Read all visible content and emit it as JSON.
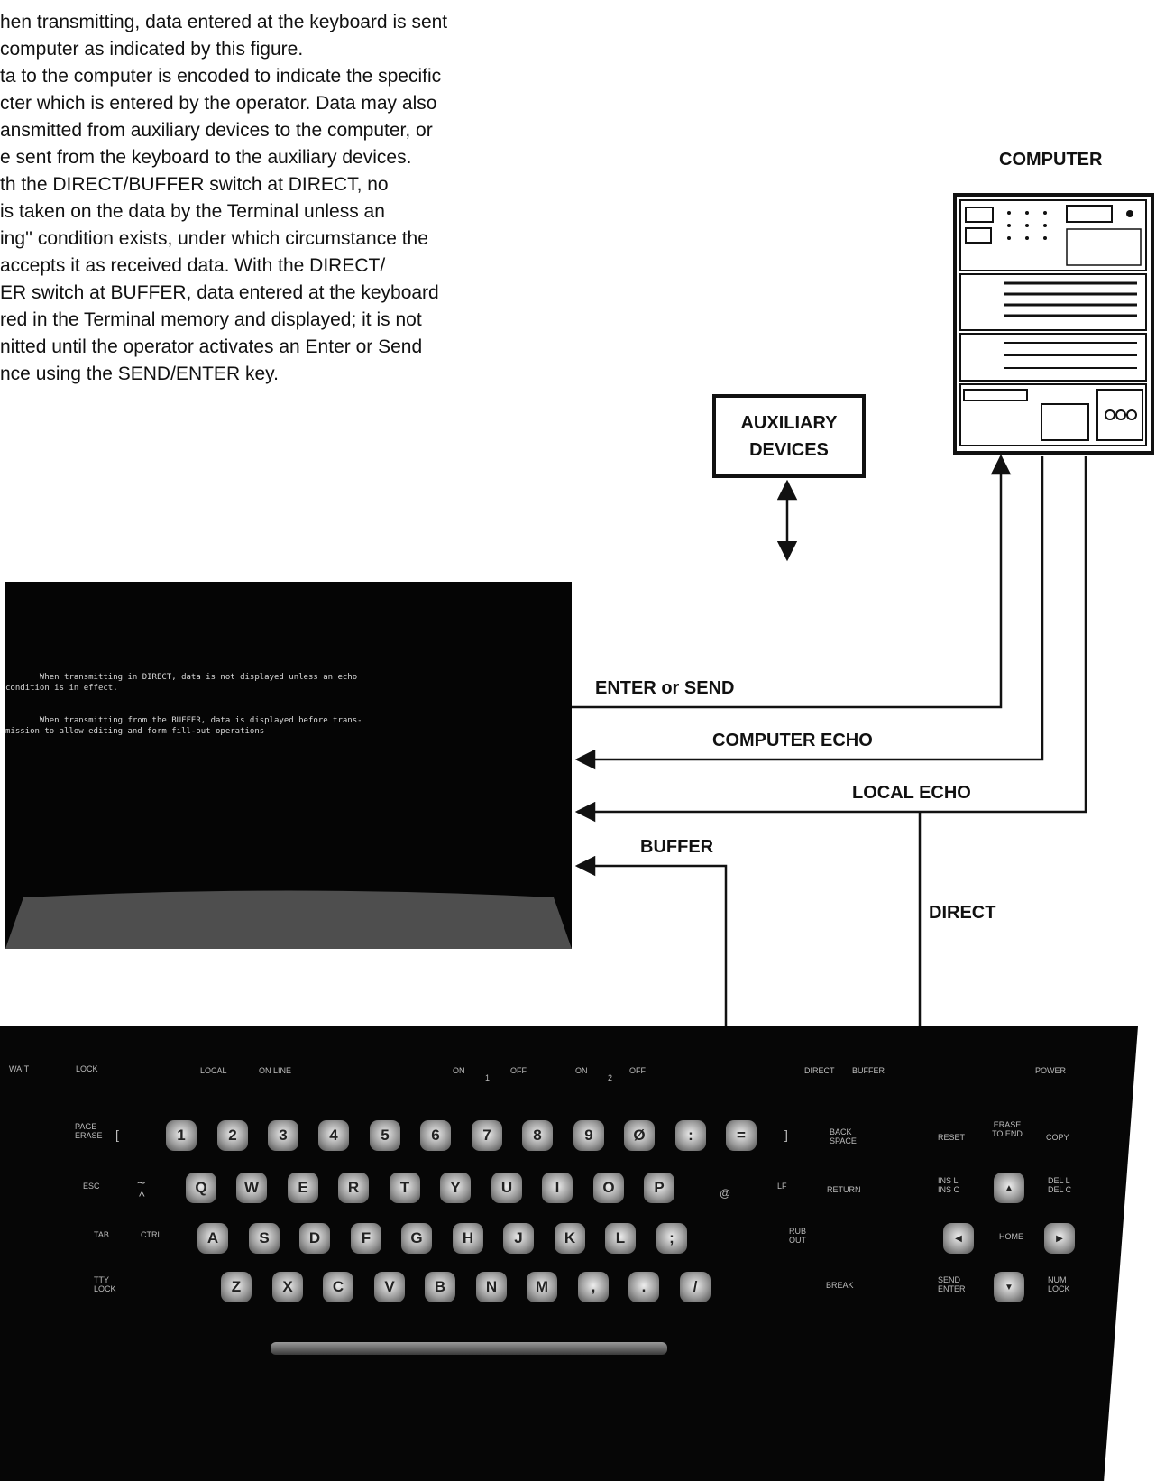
{
  "intro": {
    "lines": [
      "hen transmitting, data entered at the keyboard is sent",
      " computer as indicated by this figure.",
      "ta to the computer is encoded to indicate the specific",
      "cter which is entered by the operator. Data may also",
      "ansmitted from auxiliary devices to the computer, or",
      "e sent from the keyboard to the auxiliary devices.",
      "th  the  DIRECT/BUFFER  switch  at  DIRECT,  no",
      "  is  taken  on  the  data  by  the  Terminal  unless  an",
      "ing'' condition exists, under which circumstance the",
      " accepts  it  as  received  data.  With  the  DIRECT/",
      "ER switch at BUFFER, data entered at the keyboard",
      "red in the Terminal memory and displayed; it is not",
      "nitted  until  the  operator  activates  an  Enter  or  Send",
      "nce using the SEND/ENTER key."
    ]
  },
  "diagram": {
    "computer_label": "COMPUTER",
    "aux_label_line1": "AUXILIARY",
    "aux_label_line2": "DEVICES",
    "arrows": {
      "enter_send": "ENTER or SEND",
      "computer_echo": "COMPUTER ECHO",
      "local_echo": "LOCAL ECHO",
      "buffer": "BUFFER",
      "direct": "DIRECT"
    }
  },
  "screen": {
    "line1": "       When transmitting in DIRECT, data is not displayed unless an echo",
    "line2": "condition is in effect.",
    "line3": "       When transmitting from the BUFFER, data is displayed before trans-",
    "line4": "mission to allow editing and form fill-out operations"
  },
  "keyboard": {
    "indicators": {
      "wait": "WAIT",
      "lock": "LOCK",
      "local": "LOCAL",
      "online": "ON LINE",
      "on1": "ON",
      "off1": "OFF",
      "num1": "1",
      "on2": "ON",
      "off2": "OFF",
      "num2": "2",
      "direct": "DIRECT",
      "buffer": "BUFFER",
      "power": "POWER"
    },
    "row1": [
      "1",
      "2",
      "3",
      "4",
      "5",
      "6",
      "7",
      "8",
      "9",
      "Ø",
      ":",
      "="
    ],
    "row2": [
      "Q",
      "W",
      "E",
      "R",
      "T",
      "Y",
      "U",
      "I",
      "O",
      "P"
    ],
    "row3": [
      "A",
      "S",
      "D",
      "F",
      "G",
      "H",
      "J",
      "K",
      "L",
      ";"
    ],
    "row4": [
      "Z",
      "X",
      "C",
      "V",
      "B",
      "N",
      "M",
      ",",
      ".",
      "/"
    ],
    "side_labels": {
      "page_erase": "PAGE ERASE",
      "esc": "ESC",
      "tab": "TAB",
      "ctrl": "CTRL",
      "tty_lock": "TTY LOCK",
      "back_space": "BACK SPACE",
      "return": "RETURN",
      "rub_out": "RUB OUT",
      "break": "BREAK",
      "lf": "LF",
      "at": "@",
      "lbracket": "[",
      "rbracket": "]",
      "tilde": "~",
      "caret": "^",
      "reset": "RESET",
      "erase_to_end": "ERASE TO END",
      "copy": "COPY",
      "ins": "INS L INS C",
      "del": "DEL L DEL C",
      "home": "HOME",
      "send_enter": "SEND ENTER",
      "num_lock": "NUM LOCK"
    }
  }
}
